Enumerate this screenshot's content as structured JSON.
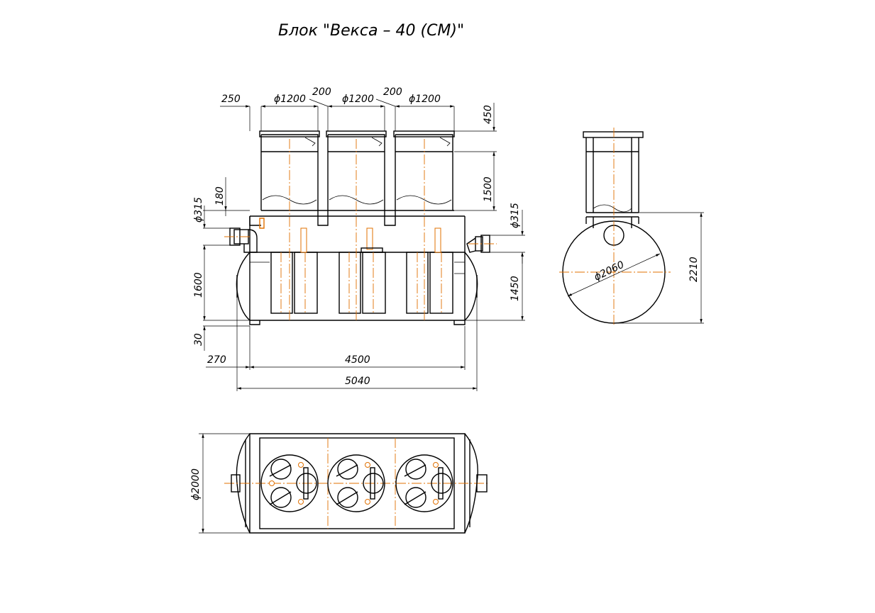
{
  "title": "Блок \"Векса – 40 (СМ)\"",
  "dimensions": {
    "d250": "250",
    "d1200a": "ϕ1200",
    "d1200b": "ϕ1200",
    "d1200c": "ϕ1200",
    "d200a": "200",
    "d200b": "200",
    "d450": "450",
    "d1500": "1500",
    "d180": "180",
    "d315_left": "ϕ315",
    "d315_right": "ϕ315",
    "d1600": "1600",
    "d1450": "1450",
    "d30": "30",
    "d270": "270",
    "d4500": "4500",
    "d5040": "5040",
    "d2060": "ϕ2060",
    "d2210": "2210",
    "d2000": "ϕ2000"
  },
  "colors": {
    "line": "#000000",
    "axis": "#e07000"
  }
}
